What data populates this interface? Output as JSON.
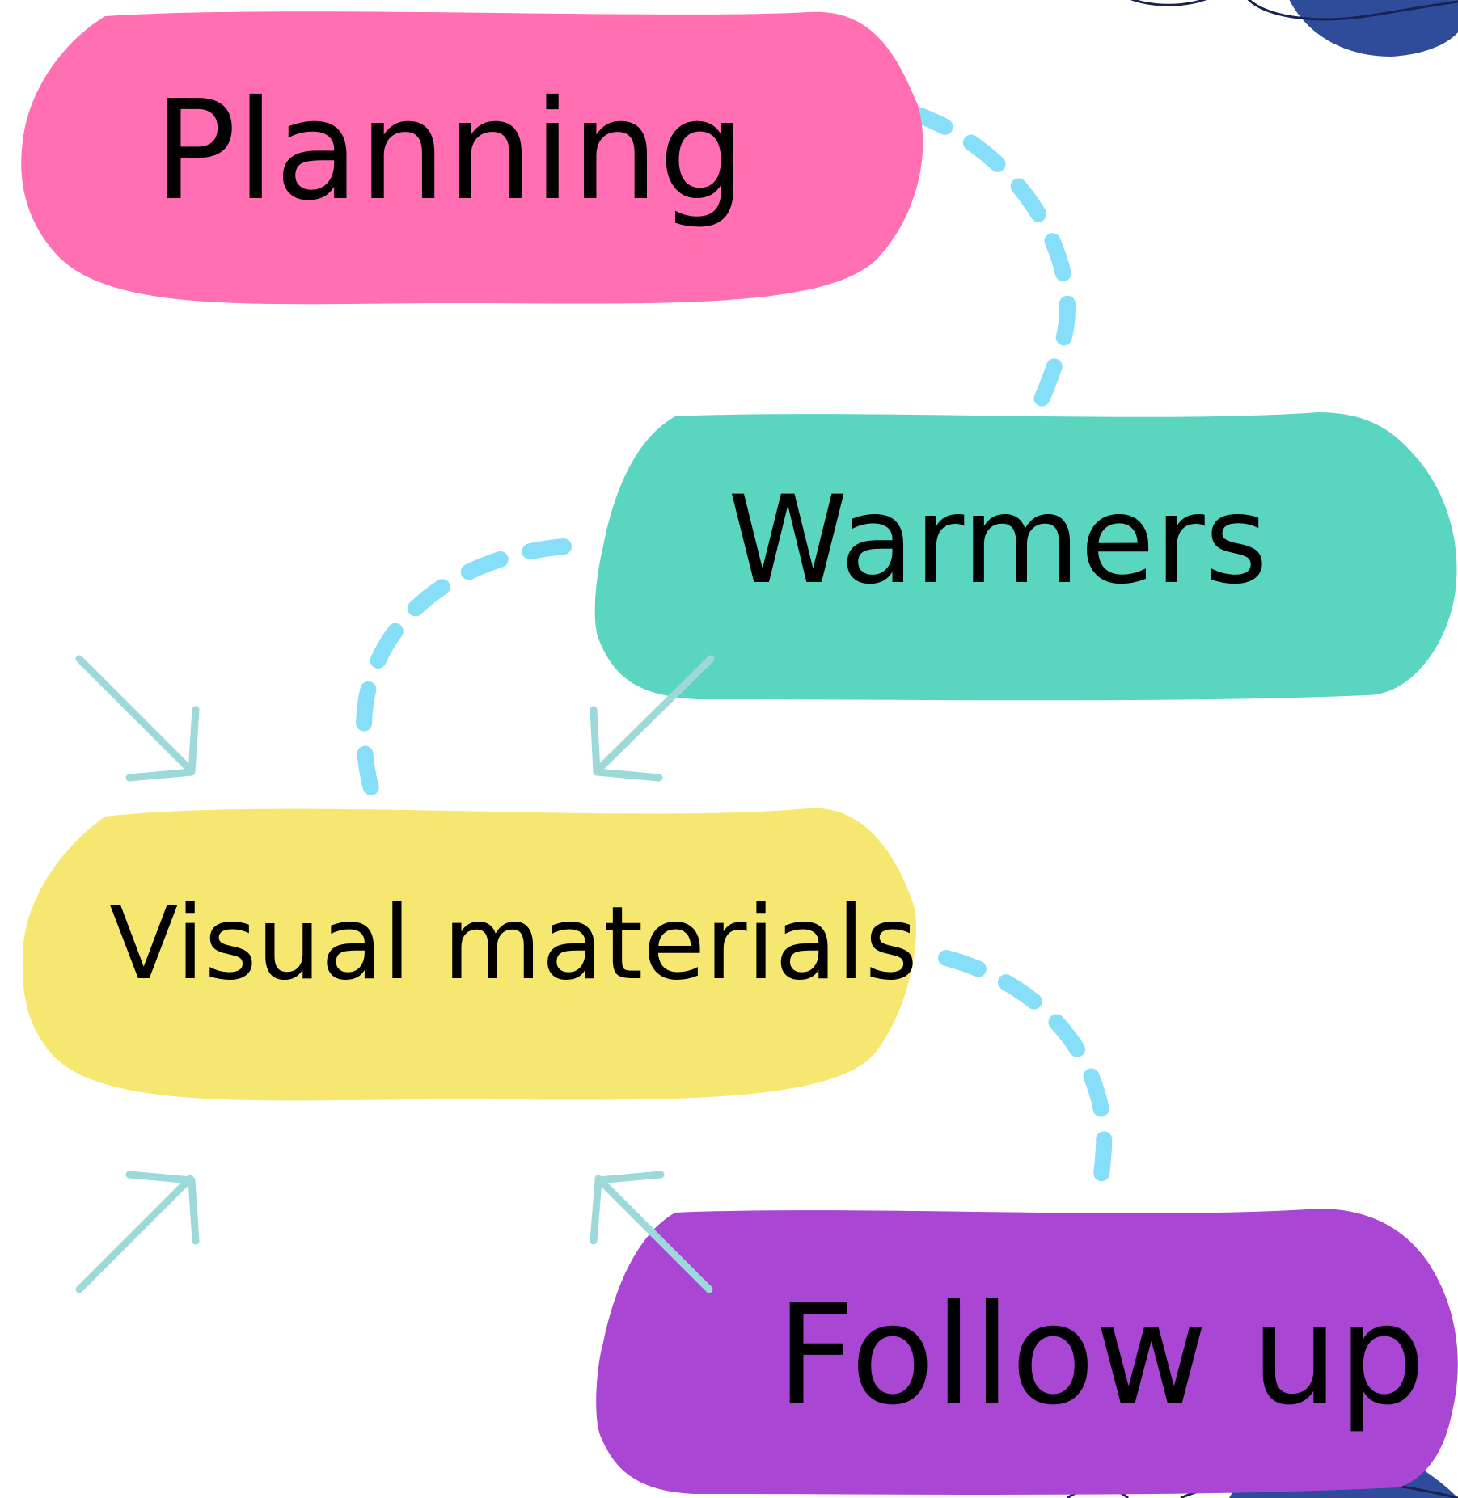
{
  "nodes": [
    {
      "id": "planning",
      "label": "Planning",
      "color": "#ff6fb2"
    },
    {
      "id": "warmers",
      "label": "Warmers",
      "color": "#5ad6c0"
    },
    {
      "id": "visual",
      "label": "Visual materials",
      "color": "#f5e76f"
    },
    {
      "id": "followup",
      "label": "Follow up",
      "color": "#a946d3"
    }
  ],
  "connectors": {
    "dash_color": "#87def9",
    "arrow_color": "#9dd9d9"
  },
  "decorations": {
    "blob_color": "#2f4c9a",
    "outline_color": "#1a2350"
  }
}
